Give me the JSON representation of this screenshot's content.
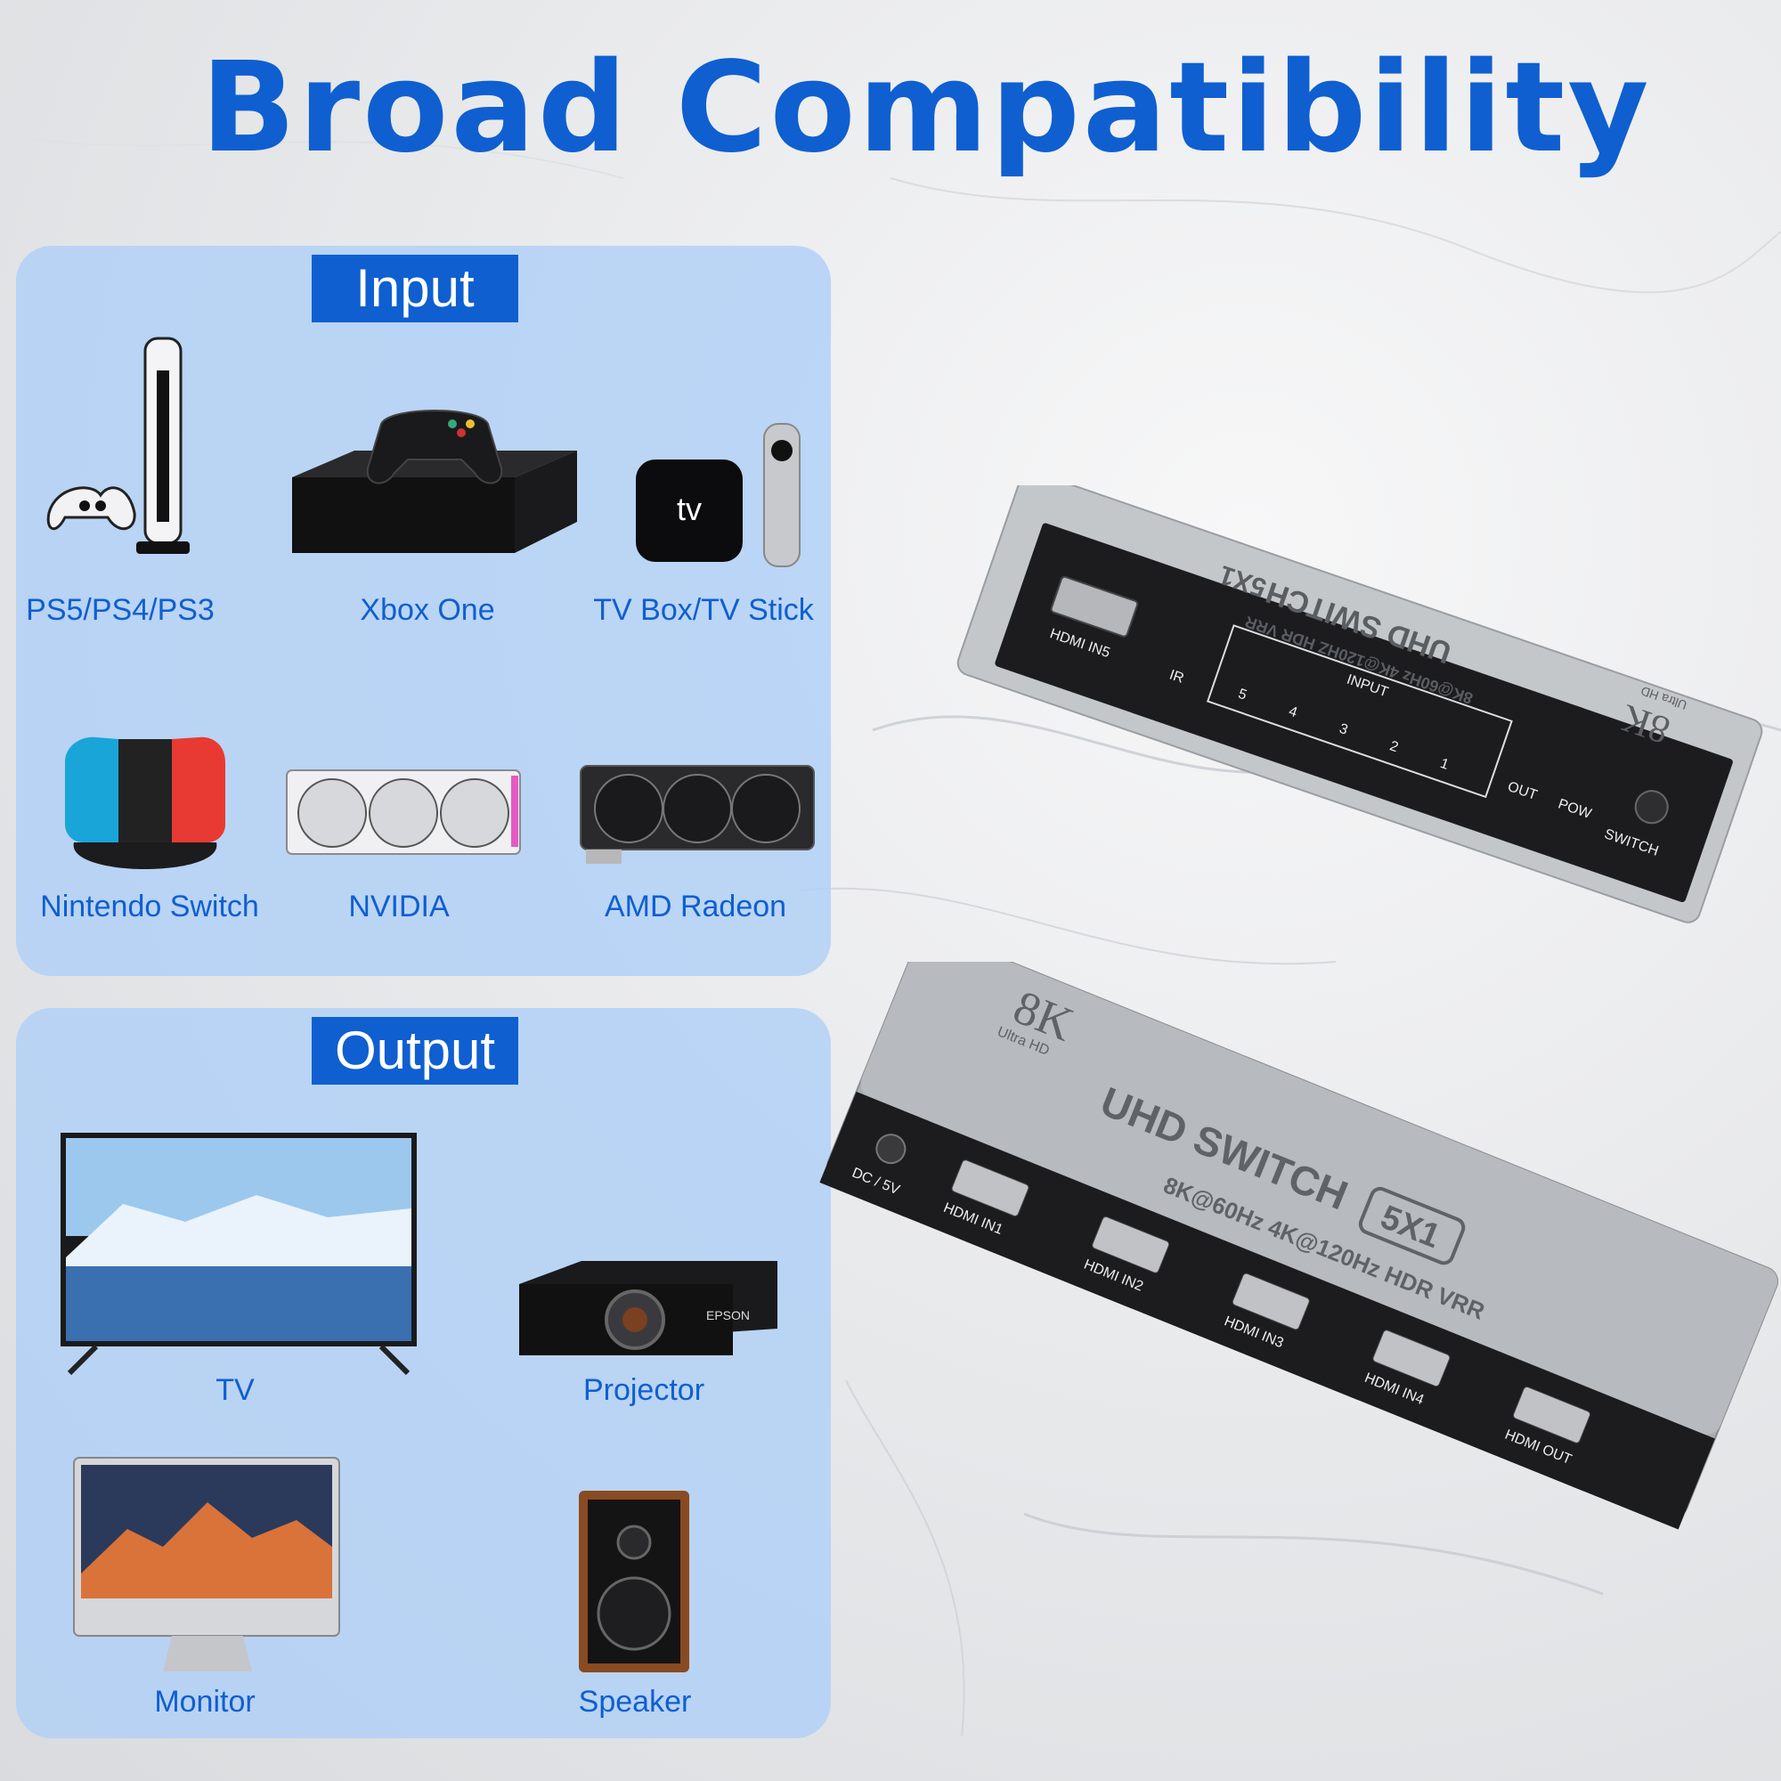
{
  "headline": "Broad Compatibility",
  "input": {
    "title": "Input",
    "devices": [
      {
        "label": "PS5/PS4/PS3",
        "icon": "playstation-icon"
      },
      {
        "label": "Xbox One",
        "icon": "xbox-icon"
      },
      {
        "label": "TV Box/TV Stick",
        "icon": "tv-box-icon"
      },
      {
        "label": "Nintendo Switch",
        "icon": "nintendo-switch-icon"
      },
      {
        "label": "NVIDIA",
        "icon": "nvidia-gpu-icon"
      },
      {
        "label": "AMD Radeon",
        "icon": "amd-gpu-icon"
      }
    ],
    "tv_box_text": "tv"
  },
  "output": {
    "title": "Output",
    "devices": [
      {
        "label": "TV",
        "icon": "tv-icon"
      },
      {
        "label": "Projector",
        "icon": "projector-icon"
      },
      {
        "label": "Monitor",
        "icon": "monitor-icon"
      },
      {
        "label": "Speaker",
        "icon": "speaker-icon"
      }
    ],
    "projector_brand": "EPSON"
  },
  "switch_back": {
    "model": "UHD SWITCH",
    "ratio": "5X1",
    "spec": "8K@60Hz 4K@120HZ HDR VRR",
    "badge": "8K",
    "badge_sub": "Ultra HD",
    "port": "HDMI IN5",
    "ir": "IR",
    "input_group": "INPUT",
    "input_numbers": [
      "5",
      "4",
      "3",
      "2",
      "1"
    ],
    "out": "OUT",
    "pow": "POW",
    "switch_label": "SWITCH"
  },
  "switch_front": {
    "model": "UHD SWITCH",
    "ratio": "5X1",
    "spec": "8K@60Hz 4K@120Hz HDR VRR",
    "badge": "8K",
    "badge_sub": "Ultra HD",
    "dc": "DC / 5V",
    "ports": [
      "HDMI IN1",
      "HDMI IN2",
      "HDMI IN3",
      "HDMI IN4",
      "HDMI OUT"
    ]
  },
  "colors": {
    "accent": "#0f5fd0",
    "panel": "#b0d0f6",
    "device_gray": "#b9bcc0",
    "device_face": "#1c1c1e"
  }
}
